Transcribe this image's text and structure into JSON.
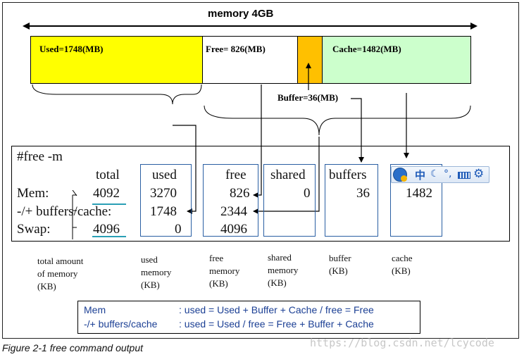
{
  "diagram": {
    "title": "memory 4GB",
    "segments": {
      "used": {
        "label": "Used=1748(MB)",
        "color": "#ffff00"
      },
      "free": {
        "label": "Free= 826(MB)",
        "color": "#ffffff"
      },
      "buffer": {
        "label": "Buffer=36(MB)",
        "color": "#ffc000"
      },
      "cache": {
        "label": "Cache=1482(MB)",
        "color": "#ccffcc"
      }
    }
  },
  "command": {
    "prompt": "#free  -m",
    "headers": {
      "total": "total",
      "used": "used",
      "free": "free",
      "shared": "shared",
      "buffers": "buffers"
    },
    "rows": [
      {
        "label": "Mem:",
        "total": "4092",
        "used": "3270",
        "free": "826",
        "shared": "0",
        "buffers": "36",
        "cache": "1482"
      },
      {
        "label": "-/+ buffers/cache:",
        "used": "1748",
        "free": "2344"
      },
      {
        "label": "Swap:",
        "total": "4096",
        "used": "0",
        "free": "4096"
      }
    ]
  },
  "captions": {
    "total": [
      "total amount",
      "of memory",
      "(KB)"
    ],
    "used": [
      "used",
      "memory",
      "(KB)"
    ],
    "free": [
      "free",
      "memory",
      "(KB)"
    ],
    "shared": [
      "shared",
      "memory",
      "(KB)"
    ],
    "buffer": [
      "buffer",
      "(KB)"
    ],
    "cache": [
      "cache",
      "(KB)"
    ]
  },
  "legend": {
    "row1_name": "Mem",
    "row1_formula": ": used = Used + Buffer + Cache  /  free = Free",
    "row2_name": "-/+ buffers/cache",
    "row2_formula": ": used = Used  /  free = Free + Buffer + Cache"
  },
  "ime_toolbar": {
    "lang": "中"
  },
  "figure_caption": "Figure 2-1   free command output",
  "watermark": "https://blog.csdn.net/lcycode"
}
